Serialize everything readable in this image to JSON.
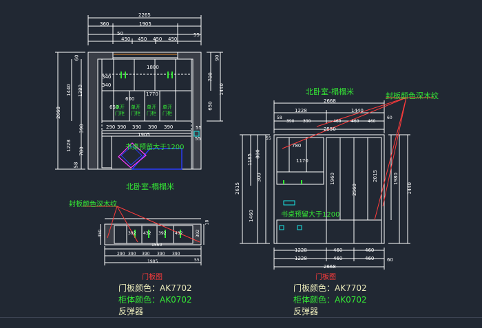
{
  "left_plan": {
    "title": "北卧室-榻榻米",
    "desk_note": "书桌预留大于1200",
    "top_dims": [
      "2265",
      "360",
      "1905",
      "50",
      "450",
      "450",
      "450",
      "450",
      "55"
    ],
    "inner_dims": [
      "1800",
      "1770",
      "600",
      "1905"
    ],
    "row_dims": [
      "290",
      "390",
      "390",
      "390",
      "390",
      "55"
    ],
    "left_dims": [
      "2668",
      "1440",
      "1380",
      "390",
      "1228",
      "780",
      "58",
      "60",
      "340",
      "340",
      "650"
    ],
    "right_dims": [
      "90",
      "700",
      "1440",
      "650",
      "55"
    ],
    "cabinet_labels": [
      "单开门柜",
      "单开门柜",
      "单开门柜",
      "单开门柜"
    ]
  },
  "left_elevation": {
    "note": "封板颜色深木纹",
    "dims": [
      "392",
      "432",
      "392",
      "432",
      "1560",
      "290",
      "390",
      "390",
      "390",
      "390",
      "55",
      "1905",
      "450",
      "18",
      "392"
    ]
  },
  "right_elevation": {
    "title": "北卧室-榻榻米",
    "note": "封板颜色深木纹",
    "desk_note": "书桌预留大于1200",
    "top_dims": [
      "2668",
      "1228",
      "1440",
      "58",
      "390",
      "390",
      "460",
      "460",
      "460",
      "60",
      "2550"
    ],
    "inner_dims": [
      "780",
      "1170",
      "1960",
      "2560",
      "2015",
      "1185",
      "800",
      "300",
      "1460",
      "1980",
      "2615",
      "1440",
      "55"
    ],
    "bottom_dims": [
      "1228",
      "460",
      "460",
      "1228",
      "460",
      "460",
      "60",
      "2668"
    ]
  },
  "legends": {
    "left": {
      "title": "门板图",
      "door_color": "门板颜色：AK7702",
      "cabinet_color": "柜体颜色：AK0702",
      "rebounder": "反弹器"
    },
    "right": {
      "title": "门板图",
      "door_color": "门板颜色：AK7702",
      "cabinet_color": "柜体颜色：AK0702",
      "rebounder": "反弹器"
    }
  },
  "colors": {
    "background": "#212833",
    "lines": "#ffffff",
    "accent_green": "#35e835",
    "accent_red": "#ff3b3b",
    "desk_blue": "#2b3cff",
    "desk_magenta": "#ff3bff",
    "handles_cyan": "#19e6e6"
  }
}
